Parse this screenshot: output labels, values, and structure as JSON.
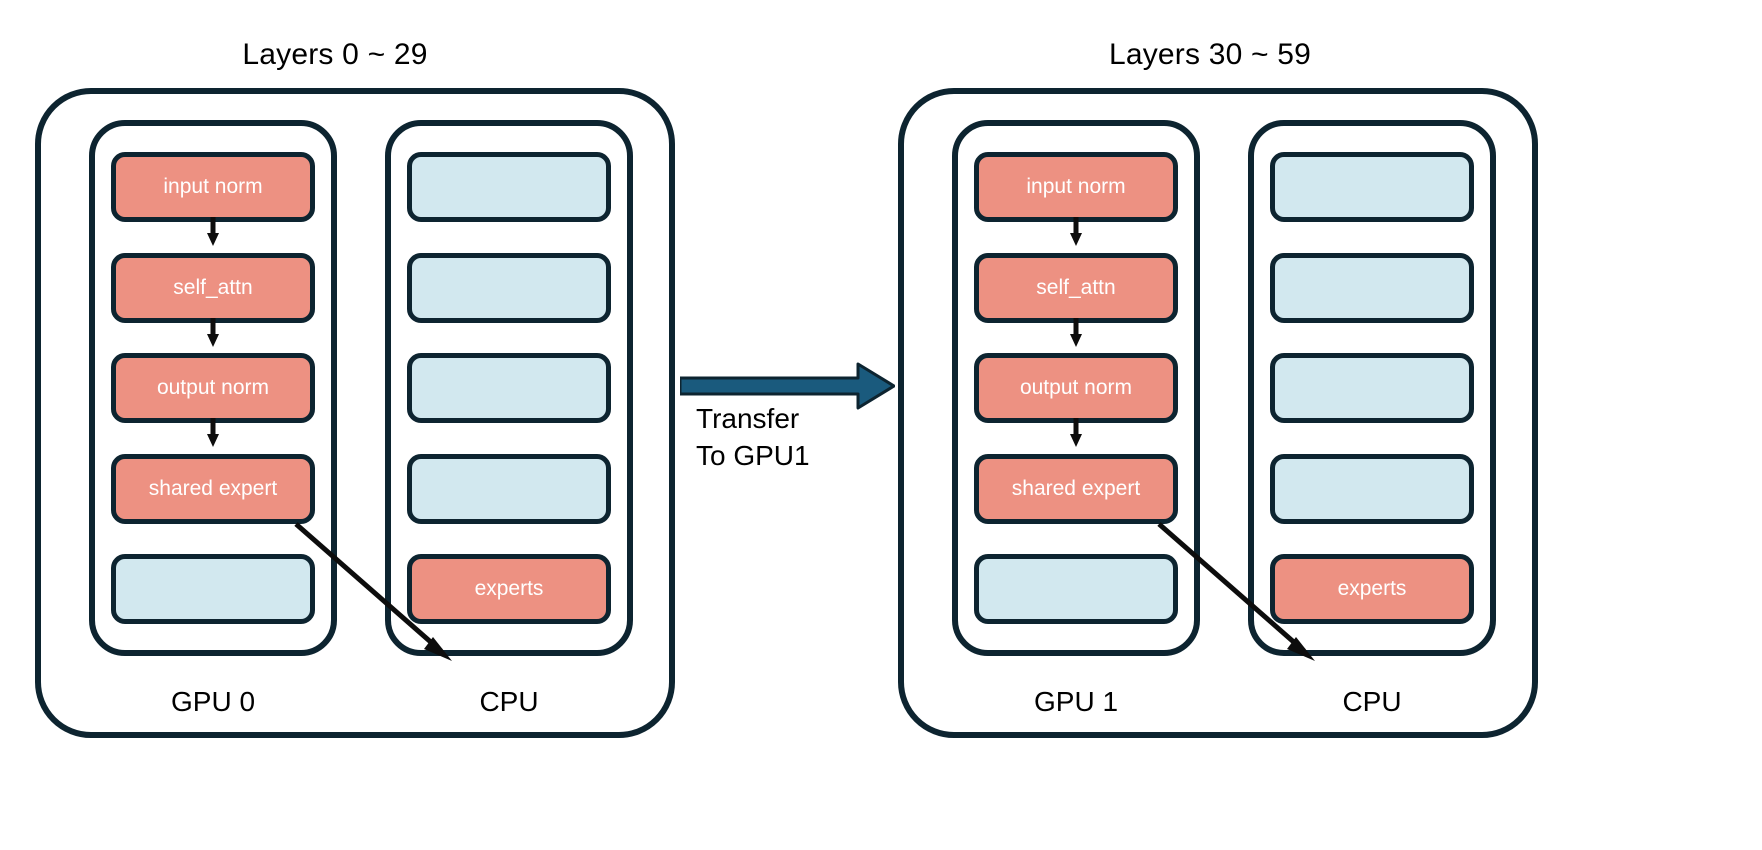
{
  "diagram": {
    "title_left": "Layers 0 ~ 29",
    "title_right": "Layers 30 ~ 59",
    "colors": {
      "active_block": "#ed9182",
      "idle_block": "#d2e8ef",
      "outline": "#0d2430",
      "transfer_arrow": "#1a5a7d",
      "background": "#ffffff",
      "block_text": "#ffffff",
      "label_text": "#000000"
    },
    "transfer": {
      "label_line1": "Transfer",
      "label_line2": "To GPU1",
      "arrow_icon": "right-arrow-icon",
      "direction": "left-to-right"
    },
    "groups": [
      {
        "id": "left",
        "title": "Layers 0 ~ 29",
        "gpu": {
          "label": "GPU 0",
          "blocks": [
            {
              "label": "input norm",
              "state": "active",
              "arrow_below": true
            },
            {
              "label": "self_attn",
              "state": "active",
              "arrow_below": true
            },
            {
              "label": "output norm",
              "state": "active",
              "arrow_below": true
            },
            {
              "label": "shared expert",
              "state": "active",
              "arrow_below": false
            },
            {
              "label": "",
              "state": "idle",
              "arrow_below": false
            }
          ]
        },
        "cpu": {
          "label": "CPU",
          "blocks": [
            {
              "label": "",
              "state": "idle"
            },
            {
              "label": "",
              "state": "idle"
            },
            {
              "label": "",
              "state": "idle"
            },
            {
              "label": "",
              "state": "idle"
            },
            {
              "label": "experts",
              "state": "active"
            }
          ]
        },
        "offload_arrow": {
          "from": "shared expert",
          "to": "experts",
          "icon": "diagonal-arrow-icon"
        }
      },
      {
        "id": "right",
        "title": "Layers 30 ~ 59",
        "gpu": {
          "label": "GPU 1",
          "blocks": [
            {
              "label": "input norm",
              "state": "active",
              "arrow_below": true
            },
            {
              "label": "self_attn",
              "state": "active",
              "arrow_below": true
            },
            {
              "label": "output norm",
              "state": "active",
              "arrow_below": true
            },
            {
              "label": "shared expert",
              "state": "active",
              "arrow_below": false
            },
            {
              "label": "",
              "state": "idle",
              "arrow_below": false
            }
          ]
        },
        "cpu": {
          "label": "CPU",
          "blocks": [
            {
              "label": "",
              "state": "idle"
            },
            {
              "label": "",
              "state": "idle"
            },
            {
              "label": "",
              "state": "idle"
            },
            {
              "label": "",
              "state": "idle"
            },
            {
              "label": "experts",
              "state": "active"
            }
          ]
        },
        "offload_arrow": {
          "from": "shared expert",
          "to": "experts",
          "icon": "diagonal-arrow-icon"
        }
      }
    ]
  }
}
